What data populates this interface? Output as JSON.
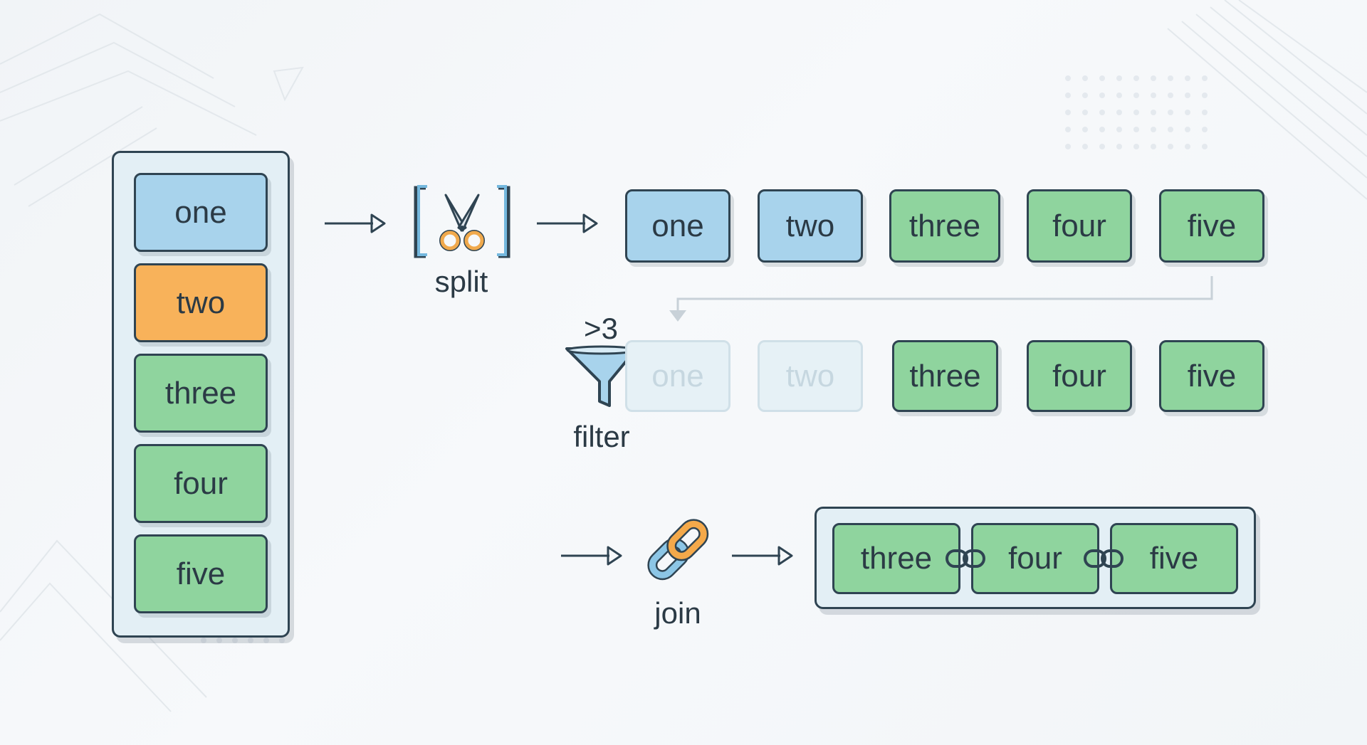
{
  "input_list": {
    "items": [
      {
        "text": "one",
        "color": "#a8d3ec"
      },
      {
        "text": "two",
        "color": "#f8b25a"
      },
      {
        "text": "three",
        "color": "#8fd49e"
      },
      {
        "text": "four",
        "color": "#8fd49e"
      },
      {
        "text": "five",
        "color": "#8fd49e"
      }
    ]
  },
  "split": {
    "label": "split",
    "icon": "scissors-in-brackets-icon",
    "output": [
      "one",
      "two",
      "three",
      "four",
      "five"
    ]
  },
  "filter": {
    "label": "filter",
    "condition": ">3",
    "icon": "funnel-icon",
    "rejected": [
      "one",
      "two"
    ],
    "kept": [
      "three",
      "four",
      "five"
    ]
  },
  "join": {
    "label": "join",
    "icon": "chain-link-icon",
    "output": [
      "three",
      "four",
      "five"
    ]
  },
  "colors": {
    "blue": "#a8d3ec",
    "orange": "#f8b25a",
    "green": "#8fd49e",
    "outline": "#2f4452",
    "panel": "#e3eff5"
  }
}
